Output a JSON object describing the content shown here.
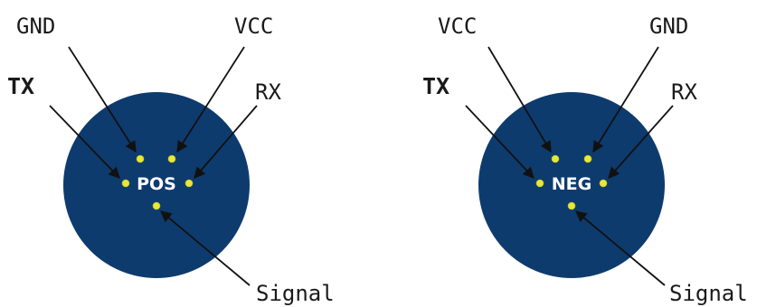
{
  "connectors": [
    {
      "center_label": "POS",
      "labels": {
        "gnd": "GND",
        "vcc": "VCC",
        "tx": "TX",
        "rx": "RX",
        "signal": "Signal"
      }
    },
    {
      "center_label": "NEG",
      "labels": {
        "vcc": "VCC",
        "gnd": "GND",
        "tx": "TX",
        "rx": "RX",
        "signal": "Signal"
      }
    }
  ],
  "colors": {
    "disc": "#0e3b6e",
    "pin": "#e6e83a",
    "wire": "#111111",
    "text": "#1a1a1a"
  }
}
